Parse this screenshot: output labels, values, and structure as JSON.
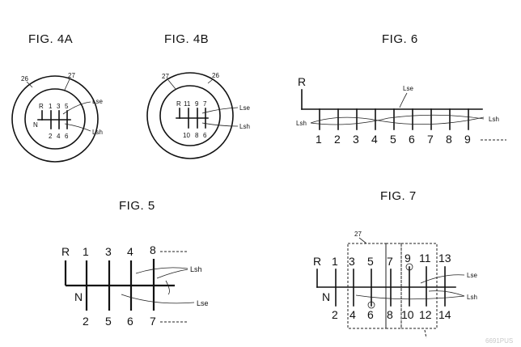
{
  "figures": {
    "fig4a": {
      "title": "FIG. 4A",
      "ref_outer": "26",
      "ref_inner": "27",
      "top_labels": [
        "R",
        "1",
        "3",
        "5"
      ],
      "bottom_labels": [
        "2",
        "4",
        "6"
      ],
      "neutral": "N",
      "line_labels": [
        "Lse",
        "Lsh"
      ]
    },
    "fig4b": {
      "title": "FIG. 4B",
      "ref_inner": "27",
      "ref_outer": "26",
      "top_labels": [
        "R",
        "11",
        "9",
        "7"
      ],
      "bottom_labels": [
        "10",
        "8",
        "6"
      ],
      "line_labels": [
        "Lse",
        "Lsh"
      ]
    },
    "fig6": {
      "title": "FIG. 6",
      "reverse": "R",
      "gears": [
        "1",
        "2",
        "3",
        "4",
        "5",
        "6",
        "7",
        "8",
        "9"
      ],
      "line_labels": [
        "Lse",
        "Lsh",
        "Lsh"
      ]
    },
    "fig5": {
      "title": "FIG. 5",
      "top_labels": [
        "R",
        "1",
        "3",
        "4",
        "8"
      ],
      "bottom_labels": [
        "2",
        "5",
        "6",
        "7"
      ],
      "neutral": "N",
      "line_labels": [
        "Lsh",
        "Lse"
      ]
    },
    "fig7": {
      "title": "FIG. 7",
      "ref": "27",
      "top_labels": [
        "R",
        "1",
        "3",
        "5",
        "7",
        "9",
        "11",
        "13"
      ],
      "bottom_labels": [
        "2",
        "4",
        "6",
        "8",
        "10",
        "12",
        "14"
      ],
      "neutral": "N",
      "line_labels": [
        "Lse",
        "Lsh"
      ]
    }
  },
  "watermark": "6691PUS"
}
